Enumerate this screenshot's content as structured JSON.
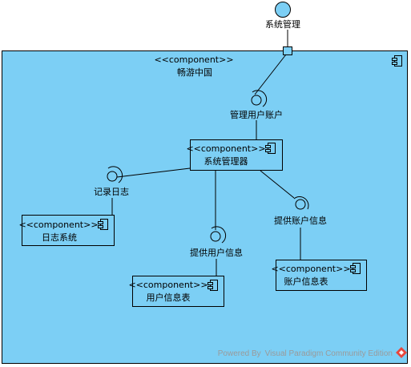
{
  "actor": {
    "label": "系统管理"
  },
  "container": {
    "stereotype": "<<component>>",
    "name": "畅游中国"
  },
  "components": {
    "manager": {
      "stereotype": "<<component>>",
      "name": "系统管理器"
    },
    "log": {
      "stereotype": "<<component>>",
      "name": "日志系统"
    },
    "user_table": {
      "stereotype": "<<component>>",
      "name": "用户信息表"
    },
    "account_table": {
      "stereotype": "<<component>>",
      "name": "账户信息表"
    }
  },
  "interfaces": {
    "manage_accounts": "管理用户账户",
    "record_log": "记录日志",
    "provide_user_info": "提供用户信息",
    "provide_account_info": "提供账户信息"
  },
  "footer": {
    "text": "Powered By Visual Paradigm Community Edition"
  },
  "colors": {
    "container_fill": "#7ccff5",
    "component_fill": "#7ccff5",
    "stroke": "#000000"
  }
}
